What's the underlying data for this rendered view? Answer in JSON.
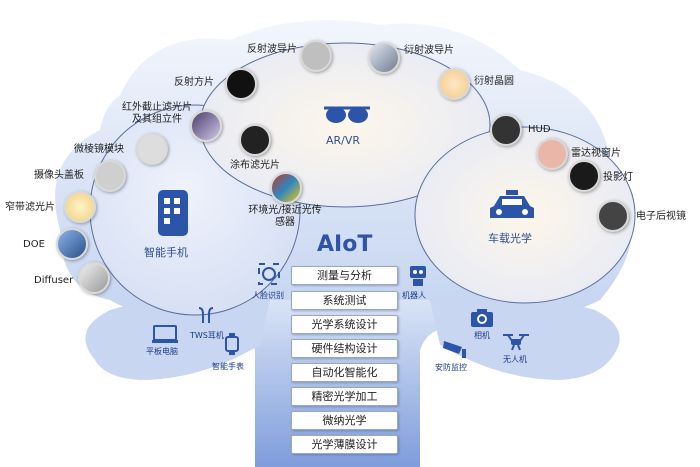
{
  "title": "AIoT",
  "clusters": {
    "ar": "AR/VR",
    "phone": "智能手机",
    "car": "车载光学"
  },
  "components": [
    {
      "key": "c1",
      "label": "反射波导片"
    },
    {
      "key": "c2",
      "label": "衍射波导片"
    },
    {
      "key": "c3",
      "label": "反射方片"
    },
    {
      "key": "c4",
      "label": "衍射晶圆"
    },
    {
      "key": "c5",
      "label": "红外截止滤光片及其组立件"
    },
    {
      "key": "c6",
      "label": "涂布滤光片"
    },
    {
      "key": "c7",
      "label": "微棱镜模块"
    },
    {
      "key": "c8",
      "label": "摄像头盖板"
    },
    {
      "key": "c9",
      "label": "窄带滤光片"
    },
    {
      "key": "c10",
      "label": "环境光/接近光传感器"
    },
    {
      "key": "c11",
      "label": "DOE"
    },
    {
      "key": "c12",
      "label": "Diffuser"
    },
    {
      "key": "c13",
      "label": "HUD"
    },
    {
      "key": "c14",
      "label": "雷达视窗片"
    },
    {
      "key": "c15",
      "label": "投影灯"
    },
    {
      "key": "c16",
      "label": "电子后视镜"
    }
  ],
  "devices": {
    "face": "人脸识别",
    "robot": "机器人",
    "tws": "TWS耳机",
    "tablet": "平板电脑",
    "watch": "智能手表",
    "camera": "相机",
    "security": "安防监控",
    "drone": "无人机"
  },
  "capabilities": [
    "测量与分析",
    "系统测试",
    "光学系统设计",
    "硬件结构设计",
    "自动化智能化",
    "精密光学加工",
    "微纳光学",
    "光学薄膜设计"
  ],
  "colors": {
    "primary": "#2c54a8",
    "canopy": "#c9d8f2",
    "trunk": "#8aa6de"
  }
}
